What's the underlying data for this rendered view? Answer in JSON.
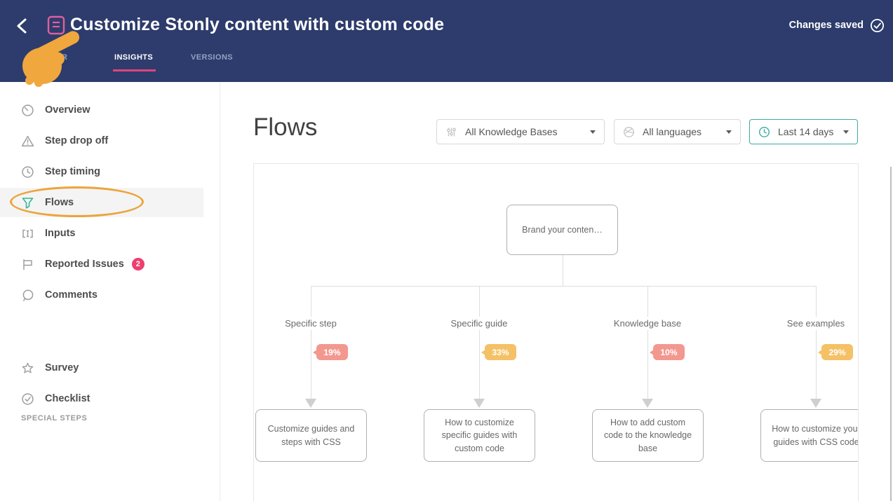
{
  "colors": {
    "header_bg": "#2d3c6c",
    "accent_pink": "#e0457b",
    "doc_icon_pink": "#df5f9e",
    "teal": "#3aada2",
    "funnel_teal": "#35b795",
    "badge_pink": "#f3988f",
    "badge_yellow": "#f4c166",
    "issues_badge_red": "#ef3e6d",
    "annotation_orange": "#eca43b",
    "hand_yellow": "#f0a73e"
  },
  "header": {
    "title": "Customize Stonly content with custom code",
    "status_saved": "Changes saved",
    "tabs": [
      {
        "label": "R"
      },
      {
        "label": "INSIGHTS",
        "active": true
      },
      {
        "label": "VERSIONS"
      }
    ]
  },
  "sidebar": {
    "items": [
      {
        "label": "Overview",
        "icon": "gauge-icon"
      },
      {
        "label": "Step drop off",
        "icon": "warning-triangle-icon"
      },
      {
        "label": "Step timing",
        "icon": "clock-icon"
      },
      {
        "label": "Flows",
        "icon": "funnel-icon",
        "active": true,
        "annotated": true
      },
      {
        "label": "Inputs",
        "icon": "input-cursor-icon"
      },
      {
        "label": "Reported Issues",
        "icon": "flag-icon",
        "badge": "2"
      },
      {
        "label": "Comments",
        "icon": "speech-bubble-icon"
      }
    ],
    "section_label": "SPECIAL STEPS",
    "special_items": [
      {
        "label": "Survey",
        "icon": "star-icon"
      },
      {
        "label": "Checklist",
        "icon": "check-circle-icon"
      }
    ]
  },
  "main": {
    "heading": "Flows",
    "filters": [
      {
        "label": "All Knowledge Bases",
        "icon": "sliders-icon"
      },
      {
        "label": "All languages",
        "icon": "globe-icon"
      },
      {
        "label": "Last 14 days",
        "icon": "clock-icon",
        "accent": true
      }
    ]
  },
  "flow_diagram": {
    "root_node": "Brand your conten…",
    "branches": [
      {
        "label": "Specific step",
        "percent": "19%",
        "badge_color": "#f3988f",
        "node": "Customize guides and steps with CSS"
      },
      {
        "label": "Specific guide",
        "percent": "33%",
        "badge_color": "#f4c166",
        "node": "How to customize specific guides with custom code"
      },
      {
        "label": "Knowledge base",
        "percent": "10%",
        "badge_color": "#f3988f",
        "node": "How to add custom code to the knowledge base"
      },
      {
        "label": "See examples",
        "percent": "29%",
        "badge_color": "#f4c166",
        "node": "How to customize your guides with CSS code"
      }
    ]
  }
}
